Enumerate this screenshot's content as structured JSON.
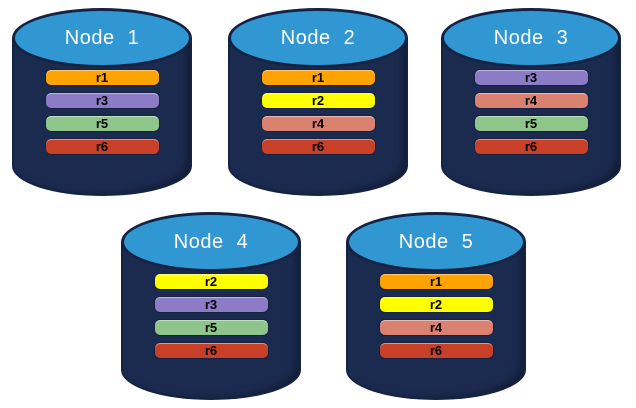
{
  "diagram_type": "database-cylinder-replica-distribution",
  "nodes": [
    {
      "label": "Node 1",
      "replicas": [
        "r1",
        "r3",
        "r5",
        "r6"
      ]
    },
    {
      "label": "Node 2",
      "replicas": [
        "r1",
        "r2",
        "r4",
        "r6"
      ]
    },
    {
      "label": "Node 3",
      "replicas": [
        "r3",
        "r4",
        "r5",
        "r6"
      ]
    },
    {
      "label": "Node 4",
      "replicas": [
        "r2",
        "r3",
        "r5",
        "r6"
      ]
    },
    {
      "label": "Node 5",
      "replicas": [
        "r1",
        "r2",
        "r4",
        "r6"
      ]
    }
  ],
  "colors": {
    "background": "#FFFFFF",
    "cylinder_body": "#1B2B50",
    "cylinder_top_fill": "#3197D3",
    "cylinder_outline": "#142343",
    "node_label": "#FFFFFF",
    "bar_label": "#000000",
    "replicas": {
      "r1": "#FFA303",
      "r2": "#FFFF00",
      "r3": "#8B7CC5",
      "r4": "#DB8170",
      "r5": "#8DC58A",
      "r6": "#C84028"
    }
  }
}
